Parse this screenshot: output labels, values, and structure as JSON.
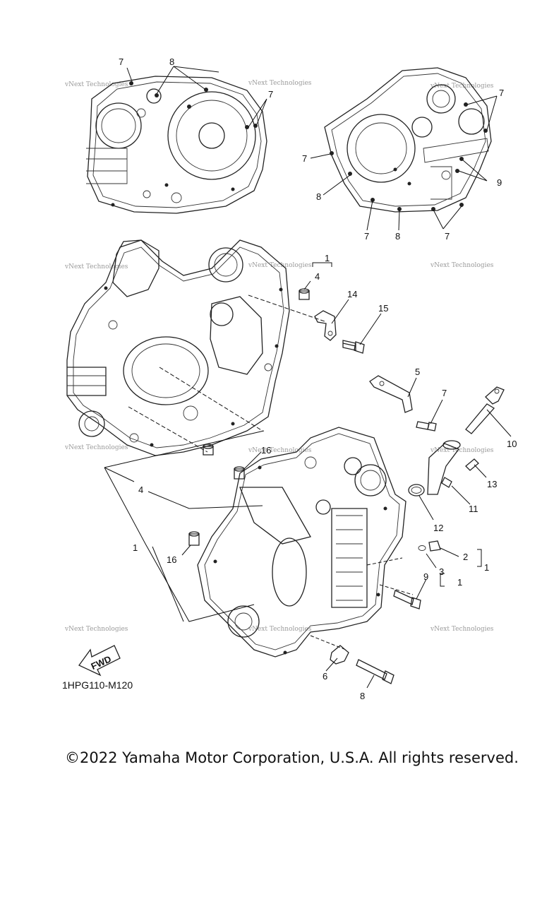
{
  "diagram": {
    "callouts": [
      "7",
      "8",
      "7",
      "7",
      "7",
      "7",
      "8",
      "7",
      "8",
      "7",
      "9",
      "1",
      "4",
      "14",
      "15",
      "5",
      "7",
      "10",
      "16",
      "13",
      "11",
      "4",
      "12",
      "1",
      "16",
      "2",
      "1",
      "3",
      "1",
      "9",
      "6",
      "8"
    ],
    "watermark": "vNext Technologies",
    "fwd_label": "FWD",
    "code": "1HPG110-M120"
  },
  "copyright": "©2022 Yamaha Motor Corporation, U.S.A. All rights reserved."
}
